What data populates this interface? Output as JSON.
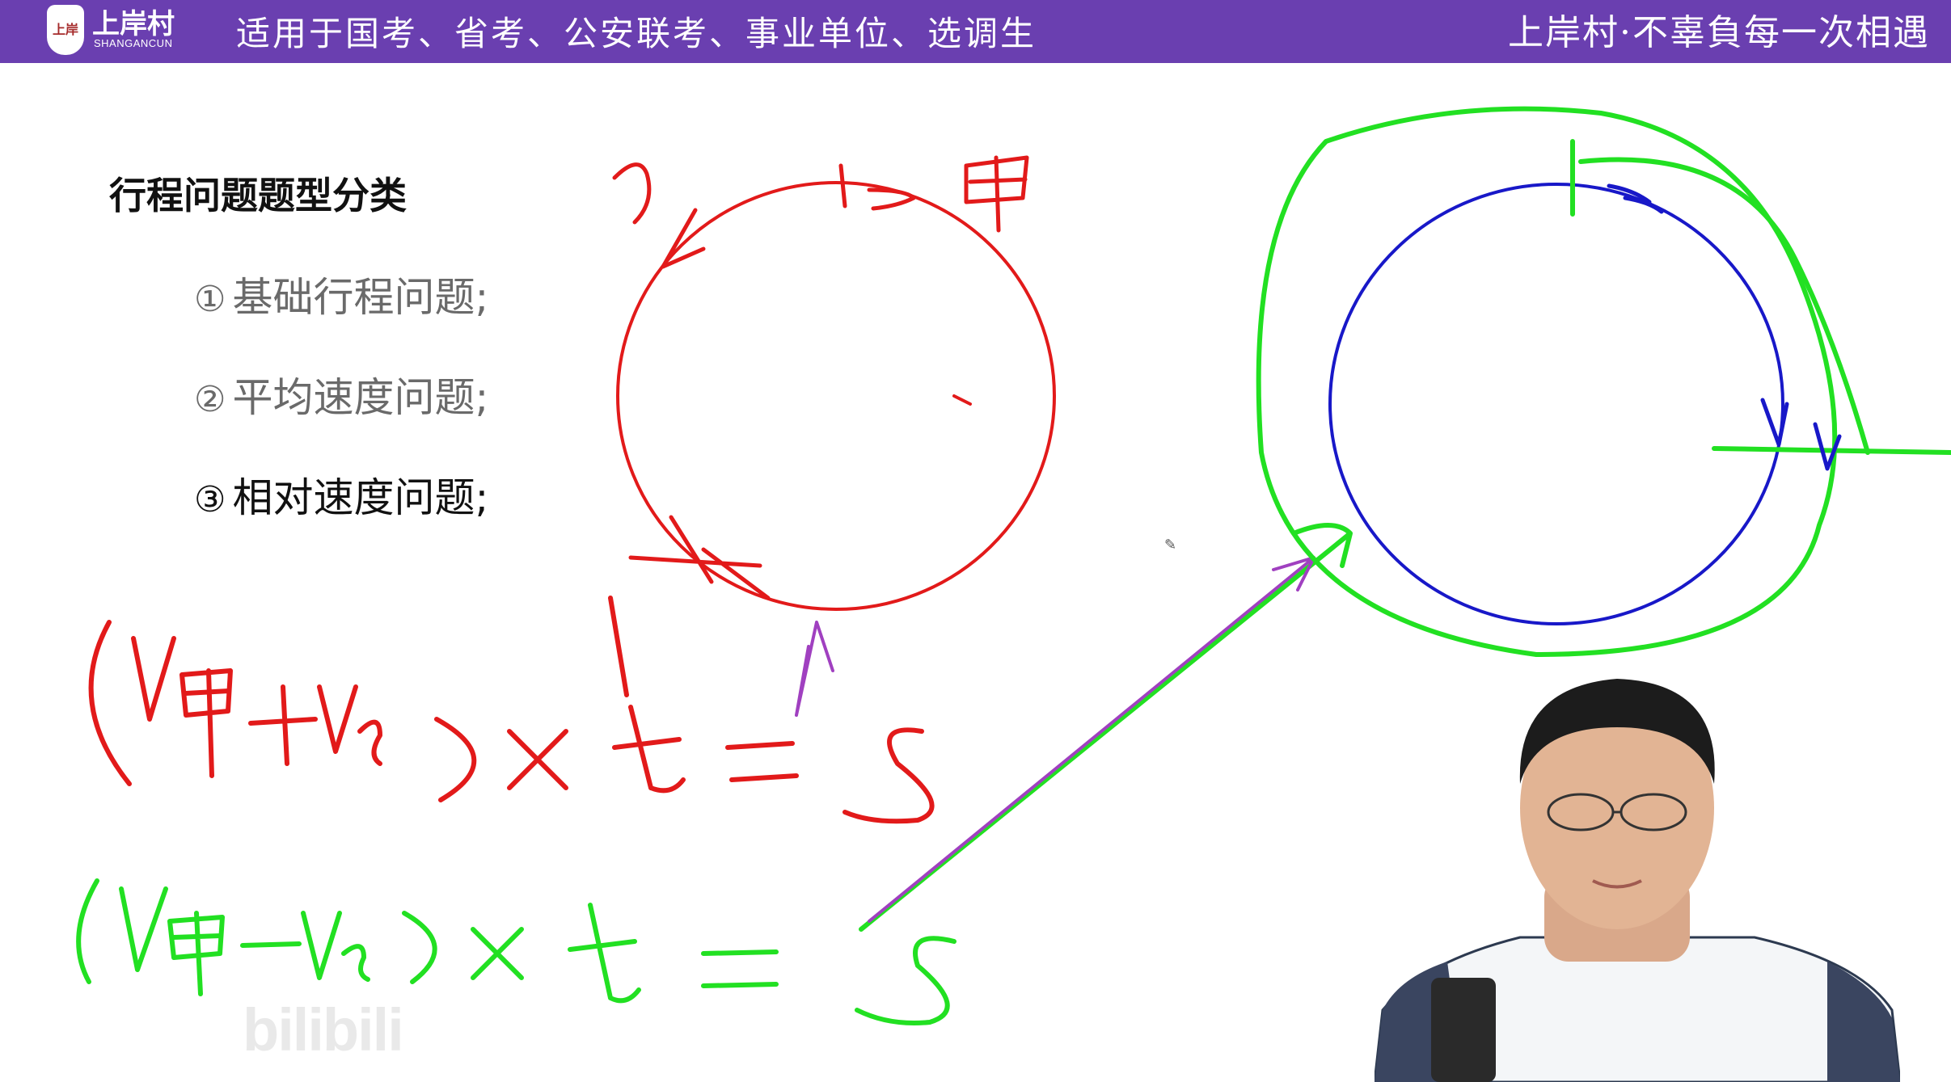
{
  "header": {
    "logo_mark": "上岸",
    "brand_name": "上岸村",
    "brand_sub": "SHANGANCUN",
    "banner_left": "适用于国考、省考、公安联考、事业单位、选调生",
    "banner_right": "上岸村·不辜負每一次相遇"
  },
  "slide": {
    "section_title": "行程问题题型分类",
    "items": [
      {
        "num": "①",
        "label": "基础行程问题;"
      },
      {
        "num": "②",
        "label": "平均速度问题;"
      },
      {
        "num": "③",
        "label": "相对速度问题;"
      }
    ]
  },
  "watermark": "bilibili",
  "colors": {
    "header_bg": "#6a3fb0",
    "ink_red": "#e21a1a",
    "ink_green": "#22e022",
    "ink_blue": "#1818c8",
    "ink_purple": "#a040c0"
  },
  "presenter": {
    "description_icon": "presenter-video"
  }
}
